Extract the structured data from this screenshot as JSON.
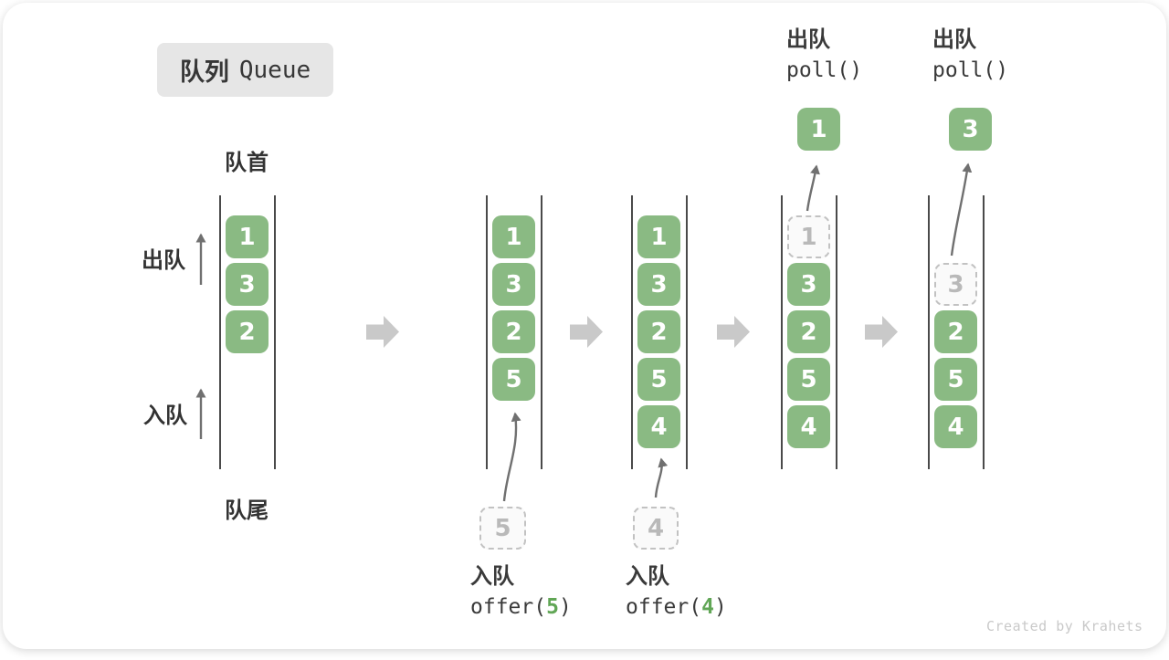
{
  "title": {
    "zh": "队列",
    "en": "Queue"
  },
  "labels": {
    "front": "队首",
    "rear": "队尾",
    "dequeue": "出队",
    "enqueue": "入队"
  },
  "columns": [
    {
      "boxes": [
        {
          "v": "1"
        },
        {
          "v": "3"
        },
        {
          "v": "2"
        }
      ]
    },
    {
      "boxes": [
        {
          "v": "1"
        },
        {
          "v": "3"
        },
        {
          "v": "2"
        },
        {
          "v": "5"
        }
      ]
    },
    {
      "boxes": [
        {
          "v": "1"
        },
        {
          "v": "3"
        },
        {
          "v": "2"
        },
        {
          "v": "5"
        },
        {
          "v": "4"
        }
      ]
    },
    {
      "boxes": [
        {
          "v": "1",
          "ghost": true
        },
        {
          "v": "3"
        },
        {
          "v": "2"
        },
        {
          "v": "5"
        },
        {
          "v": "4"
        }
      ]
    },
    {
      "boxes": [
        {
          "v": "3",
          "ghost": true
        },
        {
          "v": "2"
        },
        {
          "v": "5"
        },
        {
          "v": "4"
        }
      ]
    }
  ],
  "operations": {
    "offer_5": {
      "zh": "入队",
      "code_pre": "offer(",
      "arg": "5",
      "code_post": ")"
    },
    "offer_4": {
      "zh": "入队",
      "code_pre": "offer(",
      "arg": "4",
      "code_post": ")"
    },
    "poll_first": {
      "zh": "出队",
      "code": "poll()",
      "result": "1"
    },
    "poll_second": {
      "zh": "出队",
      "code": "poll()",
      "result": "3"
    }
  },
  "staging": {
    "first": "5",
    "second": "4"
  },
  "watermark": "Created by Krahets",
  "colors": {
    "box_green": "#8aba83",
    "arg_green": "#61a656",
    "ghost_border": "#c2c2c2",
    "ghost_text": "#b9b9b9",
    "block_arrow_gray": "#c9c9c9",
    "thin_arrow_gray": "#707070",
    "wall_dark": "#4a4a4a",
    "text_dark": "#373737",
    "title_bg": "#e6e6e6",
    "watermark_gray": "#c9c9c9"
  }
}
